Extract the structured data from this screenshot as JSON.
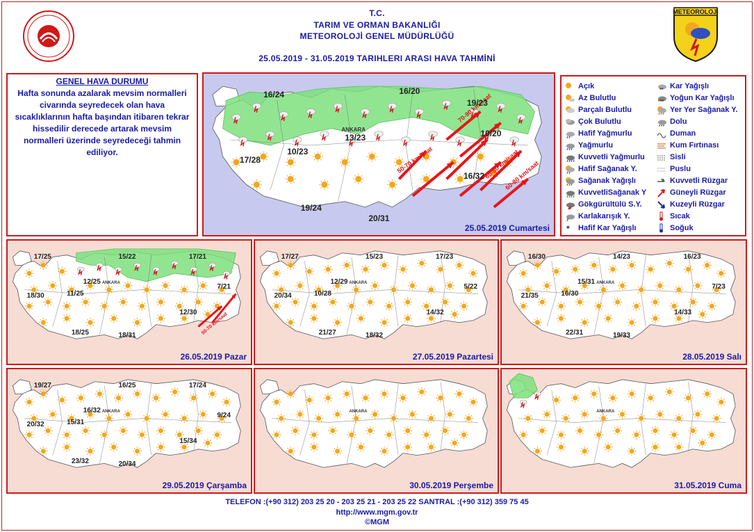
{
  "header": {
    "line1": "T.C.",
    "line2": "TARIM VE ORMAN BAKANLIĞI",
    "line3": "METEOROLOJİ  GENEL  MÜDÜRLÜĞÜ",
    "line4": "25.05.2019  -  31.05.2019   TARIHLERI  ARASI  HAVA  TAHMİNİ",
    "logo_right_text": "METEOROLOJİ"
  },
  "genel": {
    "title": "GENEL HAVA DURUMU",
    "text": "Hafta sonunda azalarak mevsim normalleri civarında seyredecek olan hava sıcaklıklarının hafta başından itibaren tekrar hissedilir derecede artarak mevsim normalleri üzerinde seyredeceği tahmin ediliyor."
  },
  "legend": {
    "left": [
      {
        "label": "Açık",
        "icon": "sun-icon"
      },
      {
        "label": "Az Bulutlu",
        "icon": "sun-small-cloud-icon"
      },
      {
        "label": "Parçalı Bulutlu",
        "icon": "partly-cloudy-icon"
      },
      {
        "label": "Çok Bulutlu",
        "icon": "cloudy-icon"
      },
      {
        "label": "Hafif Yağmurlu",
        "icon": "light-rain-icon"
      },
      {
        "label": "Yağmurlu",
        "icon": "rain-icon"
      },
      {
        "label": "Kuvvetli Yağmurlu",
        "icon": "heavy-rain-icon"
      },
      {
        "label": "Hafif Sağanak Y.",
        "icon": "light-shower-icon"
      },
      {
        "label": "Sağanak Yağışlı",
        "icon": "shower-icon"
      },
      {
        "label": "KuvvetliSağanak Y",
        "icon": "heavy-shower-icon"
      },
      {
        "label": "Gökgürültülü S.Y.",
        "icon": "thunderstorm-icon"
      },
      {
        "label": "Karlakarışık Y.",
        "icon": "sleet-icon"
      },
      {
        "label": "Hafif Kar Yağışlı",
        "icon": "light-snow-icon"
      }
    ],
    "right": [
      {
        "label": "Kar Yağışlı",
        "icon": "snow-icon"
      },
      {
        "label": "Yoğun Kar Yağışlı",
        "icon": "heavy-snow-icon"
      },
      {
        "label": "Yer Yer Sağanak Y.",
        "icon": "scattered-shower-icon"
      },
      {
        "label": "Dolu",
        "icon": "hail-icon"
      },
      {
        "label": "Duman",
        "icon": "smoke-icon"
      },
      {
        "label": "Kum Fırtınası",
        "icon": "sandstorm-icon"
      },
      {
        "label": "Sisli",
        "icon": "fog-icon"
      },
      {
        "label": "Puslu",
        "icon": "mist-icon"
      },
      {
        "label": "Kuvvetli Rüzgar",
        "icon": "strong-wind-icon"
      },
      {
        "label": "Güneyli Rüzgar",
        "icon": "south-wind-arrow-icon"
      },
      {
        "label": "Kuzeyli Rüzgar",
        "icon": "north-wind-arrow-icon"
      },
      {
        "label": "Sıcak",
        "icon": "hot-thermometer-icon"
      },
      {
        "label": "Soğuk",
        "icon": "cold-thermometer-icon"
      }
    ]
  },
  "days": {
    "d0": {
      "date": "25.05.2019 Cumartesi",
      "temps": [
        "16/24",
        "16/20",
        "19/23",
        "13/23",
        "10/20",
        "17/28",
        "10/23",
        "16/32",
        "19/24",
        "20/31"
      ],
      "winds": [
        "50-70 km/saat",
        "70-90 km/saat",
        "60-80 km/saat",
        "60-80 km/saat"
      ],
      "city": "ANKARA"
    },
    "d1": {
      "date": "26.05.2019 Pazar",
      "temps": [
        "17/25",
        "15/22",
        "17/21",
        "12/25",
        "11/25",
        "7/21",
        "18/30",
        "12/30",
        "18/25",
        "18/31"
      ],
      "winds": [
        "50-70 km/saat"
      ],
      "city": "ANKARA"
    },
    "d2": {
      "date": "27.05.2019 Pazartesi",
      "temps": [
        "17/27",
        "15/23",
        "17/23",
        "12/29",
        "10/28",
        "5/22",
        "20/34",
        "14/32",
        "21/27",
        "18/32"
      ],
      "city": "ANKARA"
    },
    "d3": {
      "date": "28.05.2019 Salı",
      "temps": [
        "16/30",
        "14/23",
        "16/23",
        "15/31",
        "16/30",
        "7/23",
        "21/35",
        "14/33",
        "22/31",
        "19/33"
      ],
      "city": "ANKARA"
    },
    "d4": {
      "date": "29.05.2019 Çarşamba",
      "temps": [
        "19/27",
        "16/25",
        "17/24",
        "16/32",
        "15/31",
        "9/24",
        "20/32",
        "15/34",
        "23/32",
        "20/34"
      ],
      "city": "ANKARA"
    },
    "d5": {
      "date": "30.05.2019 Perşembe",
      "city": "ANKARA"
    },
    "d6": {
      "date": "31.05.2019 Cuma",
      "city": "ANKARA"
    }
  },
  "footer": {
    "phone": "TELEFON :(+90 312) 203 25 20 - 203 25 21 - 203 25 22     SANTRAL :(+90 312) 359 75 45",
    "url": "http://www.mgm.gov.tr",
    "copy": "©MGM"
  },
  "colors": {
    "accent": "#1a1aa6",
    "border": "#d01818",
    "map_bg_main": "#c7c9ee",
    "map_bg": "#f7dcd4",
    "green_zone": "#7ee07e",
    "arrow": "#e8141a"
  }
}
